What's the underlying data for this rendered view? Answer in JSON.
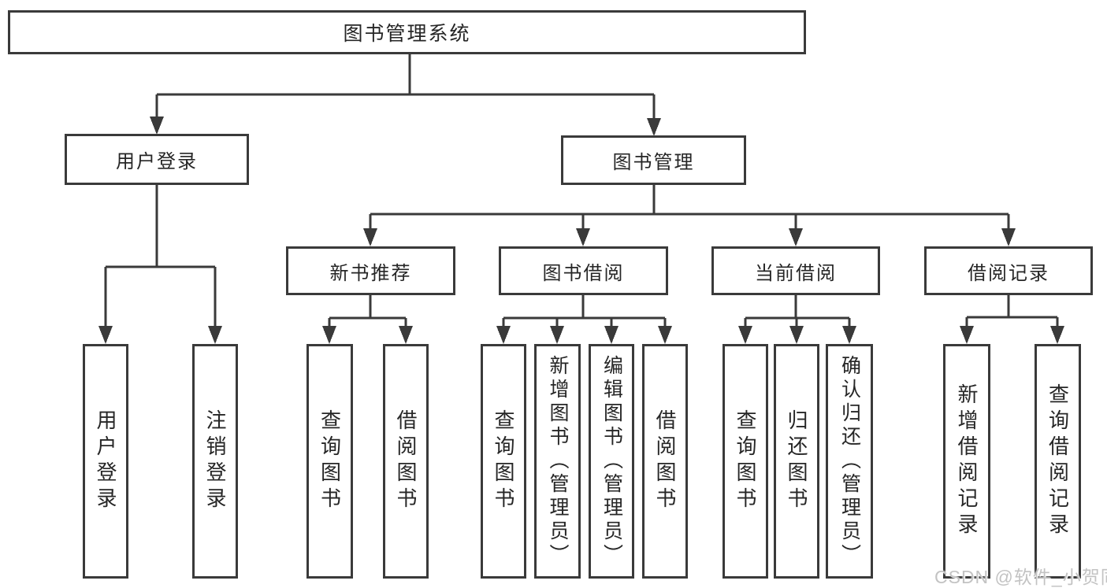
{
  "tree": {
    "label": "图书管理系统",
    "children": [
      {
        "label": "用户登录",
        "children": [
          {
            "label": "用户登录"
          },
          {
            "label": "注销登录"
          }
        ]
      },
      {
        "label": "图书管理",
        "children": [
          {
            "label": "新书推荐",
            "children": [
              {
                "label": "查询图书"
              },
              {
                "label": "借阅图书"
              }
            ]
          },
          {
            "label": "图书借阅",
            "children": [
              {
                "label": "查询图书"
              },
              {
                "label": "新增图书（管理员）"
              },
              {
                "label": "编辑图书（管理员）"
              },
              {
                "label": "借阅图书"
              }
            ]
          },
          {
            "label": "当前借阅",
            "children": [
              {
                "label": "查询图书"
              },
              {
                "label": "归还图书"
              },
              {
                "label": "确认归还（管理员）"
              }
            ]
          },
          {
            "label": "借阅记录",
            "children": [
              {
                "label": "新增借阅记录"
              },
              {
                "label": "查询借阅记录"
              }
            ]
          }
        ]
      }
    ]
  },
  "watermark": {
    "text": "CSDN @软件_小贺同学"
  },
  "colors": {
    "line": "#3a3a3a",
    "text": "#262626",
    "watermark": "#c3c3c3",
    "background": "#ffffff"
  }
}
